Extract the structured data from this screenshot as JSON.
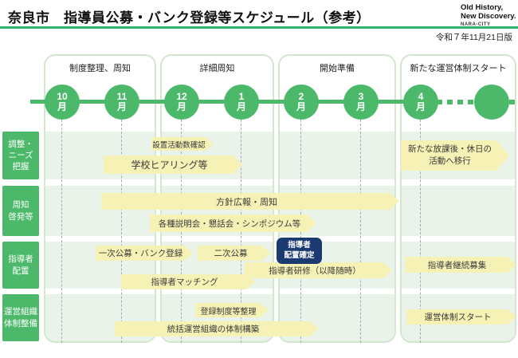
{
  "colors": {
    "accent_green": "#4cb96a",
    "rule_green": "#2fb46e",
    "bar_yellow": "#f6f1b4",
    "badge_navy": "#1b3a70",
    "row_band_green": "#eaf3ea"
  },
  "header": {
    "title": "奈良市　指導員公募・バンク登録等スケジュール（参考）",
    "logo_line1": "Old History,",
    "logo_line2": "New Discovery.",
    "logo_sub": "NARA-CITY",
    "version": "令和７年11月21日版"
  },
  "phases": [
    {
      "label": "制度整理、周知"
    },
    {
      "label": "詳細周知"
    },
    {
      "label": "開始準備"
    },
    {
      "label": "新たな運営体制スタート"
    }
  ],
  "months": [
    {
      "label": "10\n月"
    },
    {
      "label": "11\n月"
    },
    {
      "label": "12\n月"
    },
    {
      "label": "1\n月"
    },
    {
      "label": "2\n月"
    },
    {
      "label": "3\n月"
    },
    {
      "label": "4\n月"
    }
  ],
  "row_labels": [
    {
      "label": "調整・\nニーズ\n把握"
    },
    {
      "label": "周知\n啓発等"
    },
    {
      "label": "指導者\n配置"
    },
    {
      "label": "運営組織\n体制整備"
    }
  ],
  "bars": [
    {
      "label": "設置活動数確認"
    },
    {
      "label": "学校ヒアリング等"
    },
    {
      "label": "新たな放課後・休日の\n活動へ移行"
    },
    {
      "label": "方針広報・周知"
    },
    {
      "label": "各種説明会・懇話会・シンポジウム等"
    },
    {
      "label": "一次公募・バンク登録"
    },
    {
      "label": "二次公募"
    },
    {
      "label": "指導者\n配置確定"
    },
    {
      "label": "指導者研修（以降随時）"
    },
    {
      "label": "指導者マッチング"
    },
    {
      "label": "指導者継続募集"
    },
    {
      "label": "登録制度等整理"
    },
    {
      "label": "統括運営組織の体制構築"
    },
    {
      "label": "運営体制スタート"
    }
  ]
}
